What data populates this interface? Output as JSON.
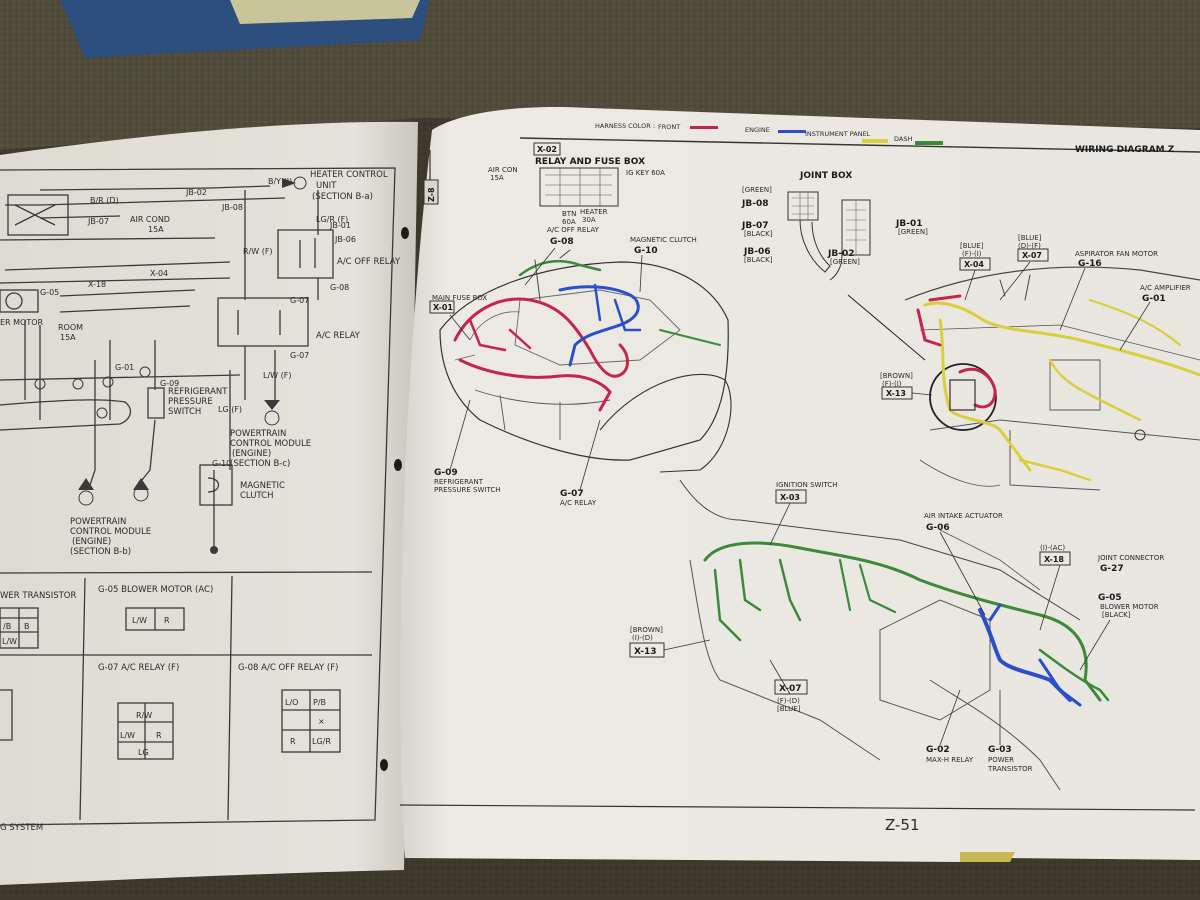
{
  "right_page": {
    "harness_legend": {
      "title": "HARNESS COLOR :",
      "items": [
        {
          "label": "FRONT",
          "color": "#c8234a"
        },
        {
          "label": "ENGINE",
          "color": "#2a4fc9"
        },
        {
          "label": "INSTRUMENT PANEL",
          "color": "#d9cf3a"
        },
        {
          "label": "DASH",
          "color": "#3b8a3a"
        }
      ]
    },
    "header": "WIRING DIAGRAM  Z",
    "section_tab": "Z-8",
    "relay_fuse_box": {
      "code": "X-02",
      "title": "RELAY AND FUSE BOX",
      "air_con": "AIR CON",
      "air_con_amp": "15A",
      "ig_key": "IG KEY 60A",
      "btn": "BTN",
      "btn_amp": "60A",
      "heater": "HEATER",
      "heater_amp": "30A"
    },
    "joint_box": {
      "title": "JOINT BOX",
      "jb08_color": "[GREEN]",
      "jb08": "JB-08",
      "jb07": "JB-07",
      "jb07_color": "[BLACK]",
      "jb06": "JB-06",
      "jb06_color": "[BLACK]",
      "jb02": "JB-02",
      "jb02_color": "[GREEN]",
      "jb01": "JB-01",
      "jb01_color": "[GREEN]"
    },
    "engine_labels": {
      "ac_off_relay": "A/C OFF RELAY",
      "g08": "G-08",
      "magnetic_clutch": "MAGNETIC CLUTCH",
      "g10": "G-10",
      "main_fuse_box": "MAIN FUSE BOX",
      "x01": "X-01",
      "g09": "G-09",
      "refrigerant": "REFRIGERANT",
      "pressure_switch": "PRESSURE SWITCH",
      "g07": "G-07",
      "ac_relay": "A/C RELAY"
    },
    "dash_upper_labels": {
      "blue_f": "[BLUE]",
      "f_i": "(F)-(I)",
      "x04": "X-04",
      "blue_d": "[BLUE]",
      "d_f": "(D)-(F)",
      "x07": "X-07",
      "aspirator": "ASPIRATOR FAN MOTOR",
      "g16": "G-16",
      "ac_amplifier": "A/C AMPLIFIER",
      "g01": "G-01",
      "brown": "[BROWN]",
      "f_i2": "(F)-(I)",
      "x13": "X-13"
    },
    "dash_lower_labels": {
      "ignition_switch": "IGNITION SWITCH",
      "x03": "X-03",
      "air_intake": "AIR INTAKE ACTUATOR",
      "g06": "G-06",
      "i_ac": "(I)-(AC)",
      "x18": "X-18",
      "joint_connector": "JOINT CONNECTOR",
      "g27": "G-27",
      "g05": "G-05",
      "blower_motor": "BLOWER MOTOR",
      "black": "[BLACK]",
      "brown": "[BROWN]",
      "i_d": "(I)-(D)",
      "x13": "X-13",
      "x07": "X-07",
      "f_d": "(F)-(D)",
      "blue": "[BLUE]",
      "g02": "G-02",
      "maxh_relay": "MAX-H RELAY",
      "g03": "G-03",
      "power": "POWER",
      "transistor": "TRANSISTOR"
    },
    "page_number": "Z-51"
  },
  "left_page": {
    "heater_control": "HEATER CONTROL",
    "unit": "UNIT",
    "section_b_a": "(SECTION B-a)",
    "by_i": "B/Y (I)",
    "br_d": "B/R (D)",
    "jb02": "JB-02",
    "jb07": "JB-07",
    "air_cond": "AIR COND",
    "air_cond_amp": "15A",
    "jb08": "JB-08",
    "jb01": "JB-01",
    "jb06": "JB-06",
    "rw_f": "R/W (F)",
    "lgr_f": "LG/R (F)",
    "ac_off_relay": "A/C OFF RELAY",
    "g08": "G-08",
    "g05": "G-05",
    "x18": "X-18",
    "x04": "X-04",
    "g07": "G-07",
    "ac_relay": "A/C RELAY",
    "room": "ROOM",
    "room_amp": "15A",
    "er_motor": "ER MOTOR",
    "g01": "G-01",
    "g09": "G-09",
    "refrigerant": "REFRIGERANT",
    "pressure": "PRESSURE",
    "switch": "SWITCH",
    "lg_f": "LG (F)",
    "lw_f": "L/W (F)",
    "powertrain_right": [
      "POWERTRAIN",
      "CONTROL MODULE",
      "(ENGINE)",
      "(SECTION B-c)"
    ],
    "g10": "G-10",
    "magnetic": "MAGNETIC",
    "clutch": "CLUTCH",
    "powertrain_left": [
      "POWERTRAIN",
      "CONTROL MODULE",
      "(ENGINE)",
      "(SECTION B-b)"
    ],
    "connectors": {
      "transistor": "WER TRANSISTOR",
      "g05": "G-05 BLOWER MOTOR (AC)",
      "g07": "G-07 A/C RELAY (F)",
      "g08": "G-08 A/C OFF RELAY (F)",
      "lw": "L/W",
      "r": "R",
      "rw": "R/W",
      "lg": "LG",
      "lo": "L/O",
      "pb": "P/B",
      "x": "×",
      "lgr": "LG/R",
      "vb": "/B",
      "b": "B"
    },
    "footer": "G SYSTEM"
  }
}
